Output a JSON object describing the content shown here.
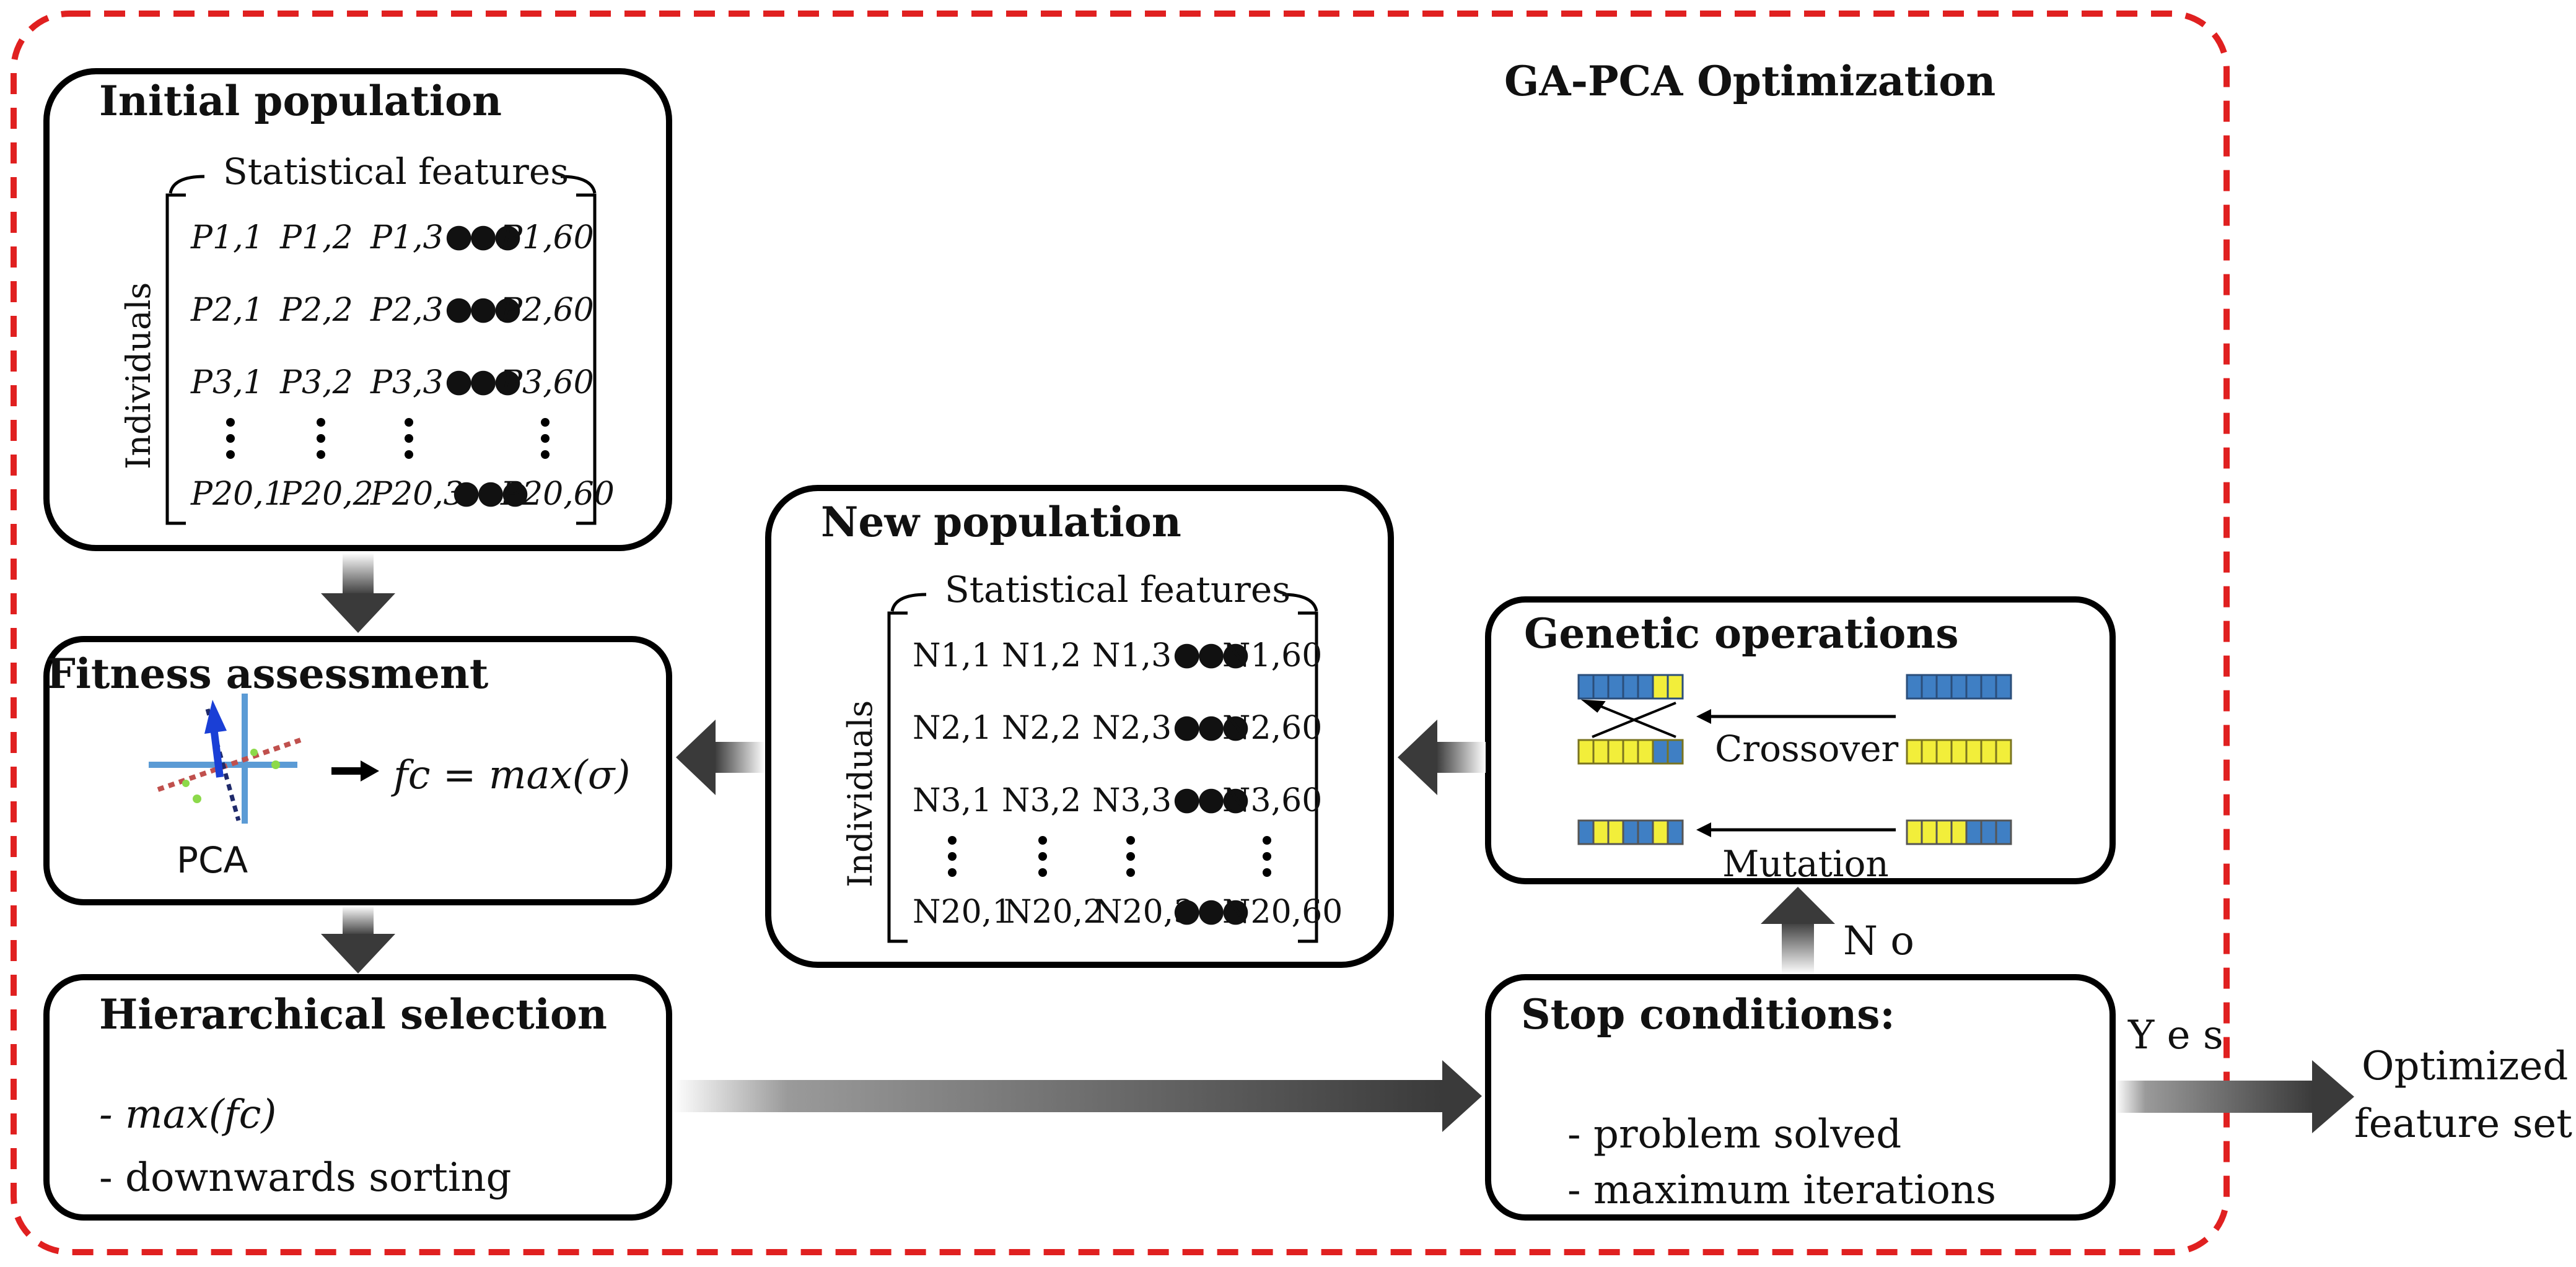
{
  "main_title": "GA-PCA Optimization",
  "initial_population": {
    "title": "Initial population",
    "features_label": "Statistical features",
    "individuals_label": "Individuals",
    "rows": [
      [
        "P1,1",
        "P1,2",
        "P1,3",
        "P1,60"
      ],
      [
        "P2,1",
        "P2,2",
        "P2,3",
        "P2,60"
      ],
      [
        "P3,1",
        "P3,2",
        "P3,3",
        "P3,60"
      ],
      [
        "P20,1",
        "P20,2",
        "P20,3",
        "P20,60"
      ]
    ]
  },
  "fitness": {
    "title": "Fitness assessment",
    "pca_label": "PCA",
    "formula": "fc = max(σ)"
  },
  "hierarchical": {
    "title": "Hierarchical selection",
    "items": [
      "- max(fc)",
      "- downwards sorting"
    ]
  },
  "new_population": {
    "title": "New population",
    "features_label": "Statistical features",
    "individuals_label": "Individuals",
    "rows": [
      [
        "N1,1",
        "N1,2",
        "N1,3",
        "N1,60"
      ],
      [
        "N2,1",
        "N2,2",
        "N2,3",
        "N2,60"
      ],
      [
        "N3,1",
        "N3,2",
        "N3,3",
        "N3,60"
      ],
      [
        "N20,1",
        "N20,2",
        "N20,3",
        "N20,60"
      ]
    ]
  },
  "genetic": {
    "title": "Genetic operations",
    "crossover": "Crossover",
    "mutation": "Mutation"
  },
  "stop": {
    "title": "Stop conditions:",
    "items": [
      "- problem solved",
      "- maximum iterations"
    ]
  },
  "no_label": "N o",
  "yes_label": "Y e s",
  "output": {
    "line1": "Optimized",
    "line2": "feature set"
  },
  "colors": {
    "dashed_border": "#e02020",
    "chrom_blue": "#3f7fc4",
    "chrom_yellow": "#f2ee3a",
    "arrow_dark": "#555555"
  }
}
